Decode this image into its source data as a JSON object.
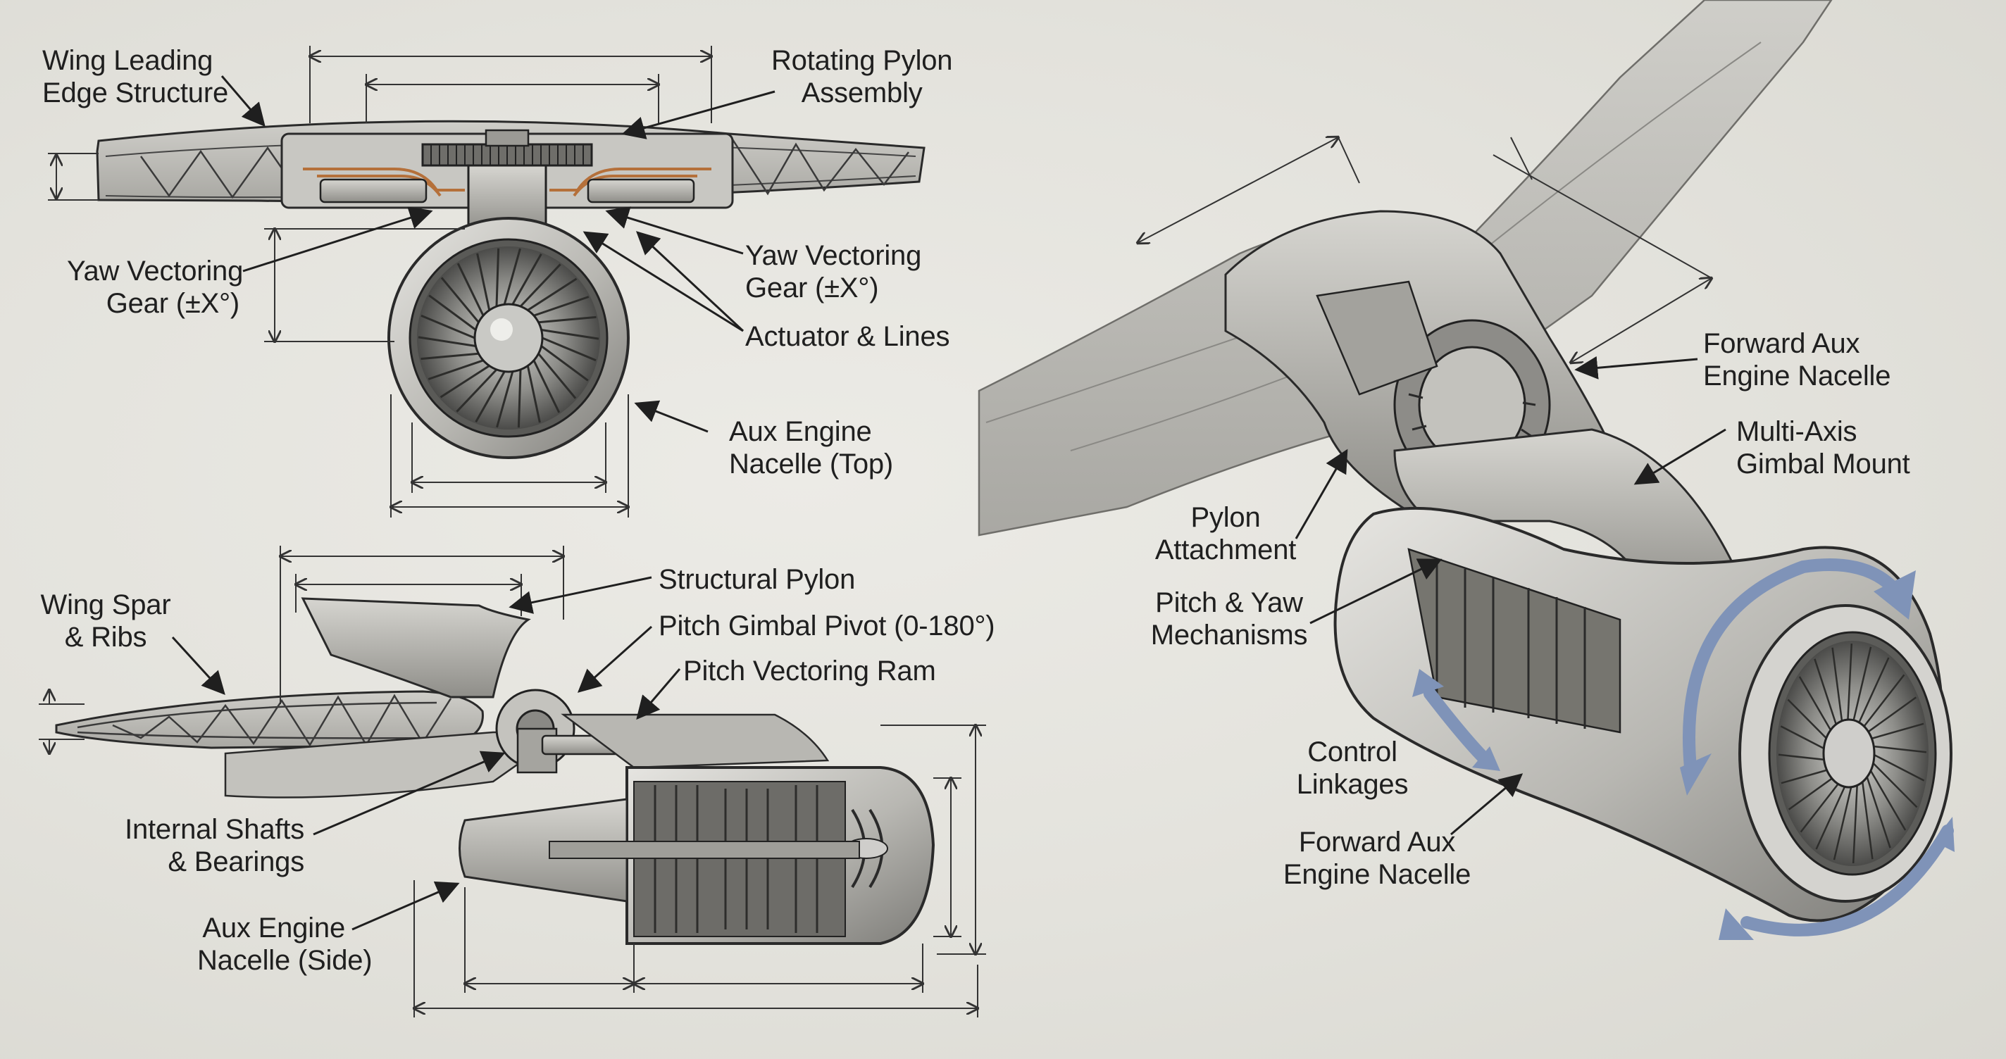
{
  "top_view": {
    "wing_leading_edge": [
      "Wing Leading",
      "Edge Structure"
    ],
    "rotating_pylon": [
      "Rotating Pylon",
      "Assembly"
    ],
    "yaw_gear_left": [
      "Yaw Vectoring",
      "Gear (±X°)"
    ],
    "yaw_gear_right": [
      "Yaw Vectoring",
      "Gear (±X°)"
    ],
    "actuator_lines": "Actuator & Lines",
    "aux_nacelle_top": [
      "Aux Engine",
      "Nacelle (Top)"
    ]
  },
  "side_view": {
    "wing_spar": [
      "Wing Spar",
      "& Ribs"
    ],
    "structural_pylon": "Structural Pylon",
    "pitch_gimbal": "Pitch Gimbal Pivot (0-180°)",
    "pitch_ram": "Pitch Vectoring Ram",
    "internal_shafts": [
      "Internal Shafts",
      "& Bearings"
    ],
    "aux_nacelle_side": [
      "Aux Engine",
      "Nacelle (Side)"
    ]
  },
  "iso_view": {
    "forward_nacelle_top": [
      "Forward Aux",
      "Engine Nacelle"
    ],
    "gimbal_mount": [
      "Multi-Axis",
      "Gimbal Mount"
    ],
    "pylon_attachment": [
      "Pylon",
      "Attachment"
    ],
    "pitch_yaw": [
      "Pitch & Yaw",
      "Mechanisms"
    ],
    "control_linkages": [
      "Control",
      "Linkages"
    ],
    "forward_nacelle_bottom": [
      "Forward Aux",
      "Engine Nacelle"
    ]
  },
  "colors": {
    "background": "#e4e3dd",
    "ink": "#1f1f1f",
    "metal": "#b9b8b3",
    "motion_arrow": "#7f93b8",
    "hydraulic_line": "#b5703a"
  }
}
